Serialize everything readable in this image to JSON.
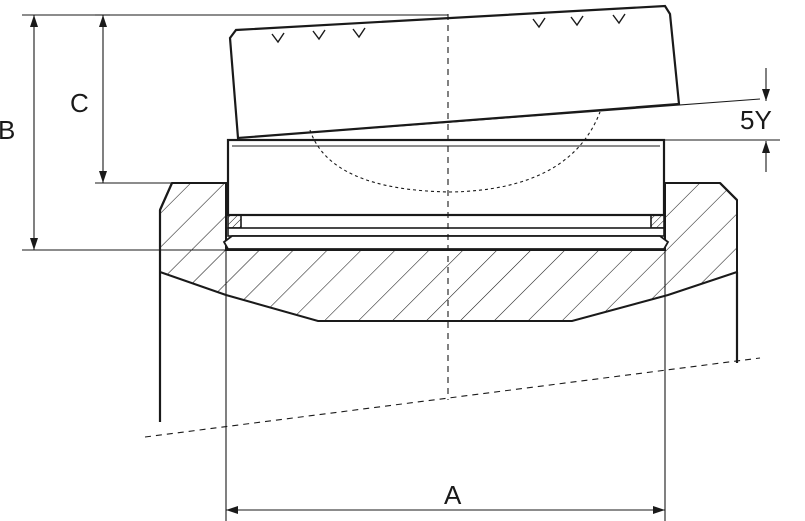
{
  "labels": {
    "a": "A",
    "b": "B",
    "c": "C",
    "angle": "5Y"
  },
  "colors": {
    "line": "#1a1a1a",
    "background": "#ffffff"
  }
}
